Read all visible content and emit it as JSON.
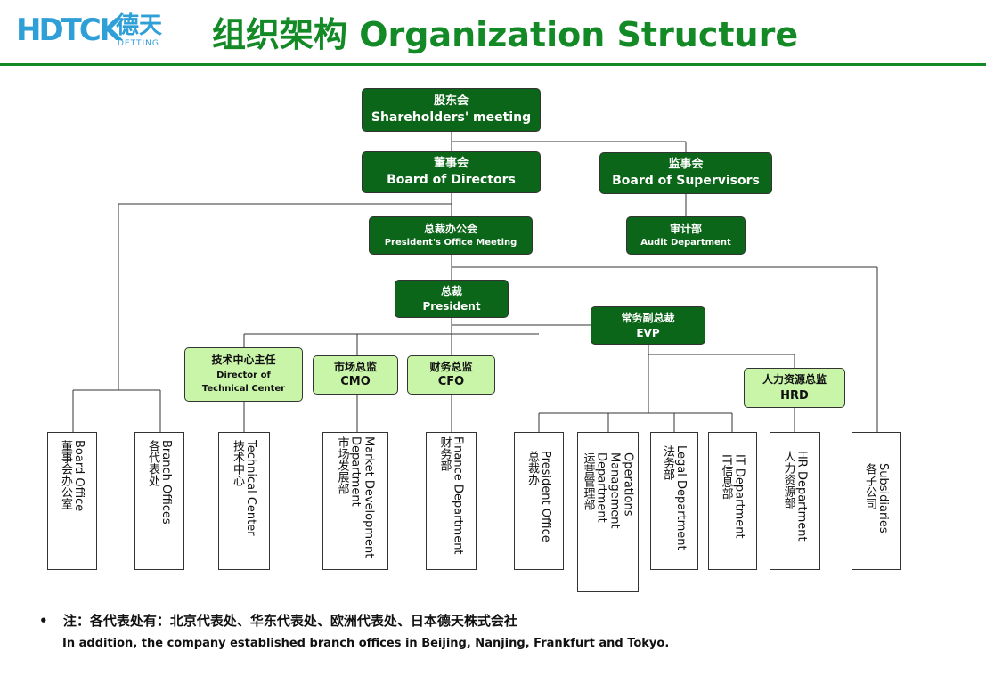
{
  "header": {
    "logo_mark": "HDTCK",
    "logo_cn": "德天",
    "logo_en": "DETTING",
    "title": "组织架构 Organization Structure"
  },
  "boxes": {
    "shareholders": {
      "cn": "股东会",
      "en": "Shareholders' meeting"
    },
    "board": {
      "cn": "董事会",
      "en": "Board of Directors"
    },
    "supervisors": {
      "cn": "监事会",
      "en": "Board of Supervisors"
    },
    "presidents_office_meeting": {
      "cn": "总裁办公会",
      "en": "President's Office Meeting"
    },
    "audit": {
      "cn": "审计部",
      "en": "Audit Department"
    },
    "president": {
      "cn": "总裁",
      "en": "President"
    },
    "evp": {
      "cn": "常务副总裁",
      "en": "EVP"
    },
    "tech_director": {
      "cn": "技术中心主任",
      "en": "Director of\nTechnical Center"
    },
    "cmo": {
      "cn": "市场总监",
      "en": "CMO"
    },
    "cfo": {
      "cn": "财务总监",
      "en": "CFO"
    },
    "hrd": {
      "cn": "人力资源总监",
      "en": "HRD"
    }
  },
  "departments": [
    {
      "en": "Board Office",
      "cn": "董事会办公室"
    },
    {
      "en": "Branch Offices",
      "cn": "各代表处"
    },
    {
      "en": "Technical Center",
      "cn": "技术中心"
    },
    {
      "en": "Market Development\nDepartment",
      "cn": "市场发展部"
    },
    {
      "en": "Finance Department",
      "cn": "财务部"
    },
    {
      "en": "President Office",
      "cn": "总裁办"
    },
    {
      "en": "Operations\nManagement\nDepartment",
      "cn": "运营管理部"
    },
    {
      "en": "Legal Department",
      "cn": "法务部"
    },
    {
      "en": "IT Department",
      "cn": "IT信息部"
    },
    {
      "en": "HR Department",
      "cn": "人力资源部"
    },
    {
      "en": "Subsidiaries",
      "cn": "各子公司"
    }
  ],
  "note": {
    "bullet": "•",
    "cn": "注：各代表处有：北京代表处、华东代表处、欧洲代表处、日本德天株式会社",
    "en": "In addition, the company established branch offices in Beijing, Nanjing, Frankfurt and Tokyo."
  },
  "colors": {
    "title_green": "#138a26",
    "dark_box": "#0c6619",
    "light_box": "#c9f5a9",
    "logo_blue": "#2f9fd8"
  }
}
